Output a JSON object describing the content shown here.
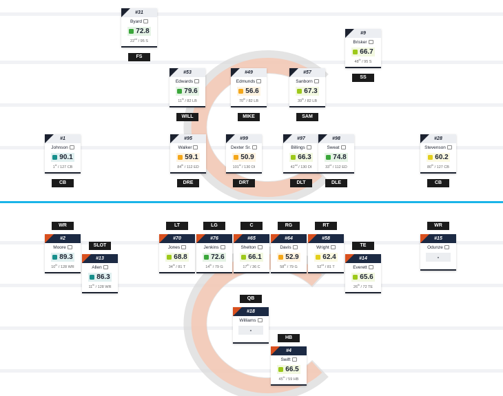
{
  "colors": {
    "elite": "#178f8c",
    "high": "#3aa63a",
    "good": "#9dc91a",
    "avg": "#e3cf1c",
    "low": "#f4a71a",
    "divider": "#1ab4e8"
  },
  "players": [
    {
      "side": "def",
      "pos": "FS",
      "number": "#31",
      "name": "Byard",
      "rating": "72.8",
      "tier": "high",
      "rank": "22",
      "suffix": "nd",
      "of": " / 95 S"
    },
    {
      "side": "def",
      "pos": "SS",
      "number": "#9",
      "name": "Brisker",
      "rating": "66.7",
      "tier": "good",
      "rank": "48",
      "suffix": "th",
      "of": " / 95 S"
    },
    {
      "side": "def",
      "pos": "WILL",
      "number": "#53",
      "name": "Edwards",
      "rating": "79.6",
      "tier": "high",
      "rank": "11",
      "suffix": "th",
      "of": " / 82 LB"
    },
    {
      "side": "def",
      "pos": "MIKE",
      "number": "#49",
      "name": "Edmunds",
      "rating": "56.6",
      "tier": "low",
      "rank": "70",
      "suffix": "th",
      "of": " / 82 LB"
    },
    {
      "side": "def",
      "pos": "SAM",
      "number": "#57",
      "name": "Sanborn",
      "rating": "67.3",
      "tier": "good",
      "rank": "39",
      "suffix": "th",
      "of": " / 82 LB"
    },
    {
      "side": "def",
      "pos": "CB",
      "number": "#1",
      "name": "Johnson",
      "rating": "90.1",
      "tier": "elite",
      "rank": "1",
      "suffix": "st",
      "of": " / 127 CB"
    },
    {
      "side": "def",
      "pos": "DRE",
      "number": "#95",
      "name": "Walker",
      "rating": "59.1",
      "tier": "low",
      "rank": "84",
      "suffix": "th",
      "of": " / 112 ED"
    },
    {
      "side": "def",
      "pos": "DRT",
      "number": "#99",
      "name": "Dexter Sr.",
      "rating": "50.9",
      "tier": "low",
      "rank": "101",
      "suffix": "st",
      "of": " / 130 DI"
    },
    {
      "side": "def",
      "pos": "DLT",
      "number": "#97",
      "name": "Billings",
      "rating": "66.3",
      "tier": "good",
      "rank": "42",
      "suffix": "nd",
      "of": " / 130 DI"
    },
    {
      "side": "def",
      "pos": "DLE",
      "number": "#98",
      "name": "Sweat",
      "rating": "74.8",
      "tier": "high",
      "rank": "33",
      "suffix": "rd",
      "of": " / 112 ED"
    },
    {
      "side": "def",
      "pos": "CB",
      "number": "#28",
      "name": "Stevenson",
      "rating": "60.2",
      "tier": "avg",
      "rank": "80",
      "suffix": "th",
      "of": " / 127 CB"
    },
    {
      "side": "off",
      "pos": "WR",
      "number": "#2",
      "name": "Moore",
      "rating": "89.3",
      "tier": "elite",
      "rank": "10",
      "suffix": "th",
      "of": " / 128 WR"
    },
    {
      "side": "off",
      "pos": "SLOT",
      "number": "#13",
      "name": "Allen",
      "rating": "86.3",
      "tier": "elite",
      "rank": "11",
      "suffix": "th",
      "of": " / 128 WR"
    },
    {
      "side": "off",
      "pos": "LT",
      "number": "#70",
      "name": "Jones",
      "rating": "68.8",
      "tier": "good",
      "rank": "34",
      "suffix": "th",
      "of": " / 81 T"
    },
    {
      "side": "off",
      "pos": "LG",
      "number": "#76",
      "name": "Jenkins",
      "rating": "72.6",
      "tier": "high",
      "rank": "14",
      "suffix": "th",
      "of": " / 79 G"
    },
    {
      "side": "off",
      "pos": "C",
      "number": "#65",
      "name": "Shelton",
      "rating": "66.1",
      "tier": "good",
      "rank": "17",
      "suffix": "th",
      "of": " / 36 C"
    },
    {
      "side": "off",
      "pos": "RG",
      "number": "#64",
      "name": "Davis",
      "rating": "52.9",
      "tier": "low",
      "rank": "58",
      "suffix": "th",
      "of": " / 79 G"
    },
    {
      "side": "off",
      "pos": "RT",
      "number": "#58",
      "name": "Wright",
      "rating": "62.4",
      "tier": "avg",
      "rank": "52",
      "suffix": "nd",
      "of": " / 81 T"
    },
    {
      "side": "off",
      "pos": "TE",
      "number": "#14",
      "name": "Everett",
      "rating": "65.6",
      "tier": "good",
      "rank": "26",
      "suffix": "th",
      "of": " / 72 TE"
    },
    {
      "side": "off",
      "pos": "WR",
      "number": "#15",
      "name": "Odunze",
      "rating": "-",
      "tier": null,
      "rank": null,
      "suffix": null,
      "of": null
    },
    {
      "side": "off",
      "pos": "QB",
      "number": "#18",
      "name": "Williams",
      "rating": "-",
      "tier": null,
      "rank": null,
      "suffix": null,
      "of": null
    },
    {
      "side": "off",
      "pos": "HB",
      "number": "#4",
      "name": "Swift",
      "rating": "66.5",
      "tier": "good",
      "rank": "45",
      "suffix": "th",
      "of": " / 59 HB"
    }
  ]
}
